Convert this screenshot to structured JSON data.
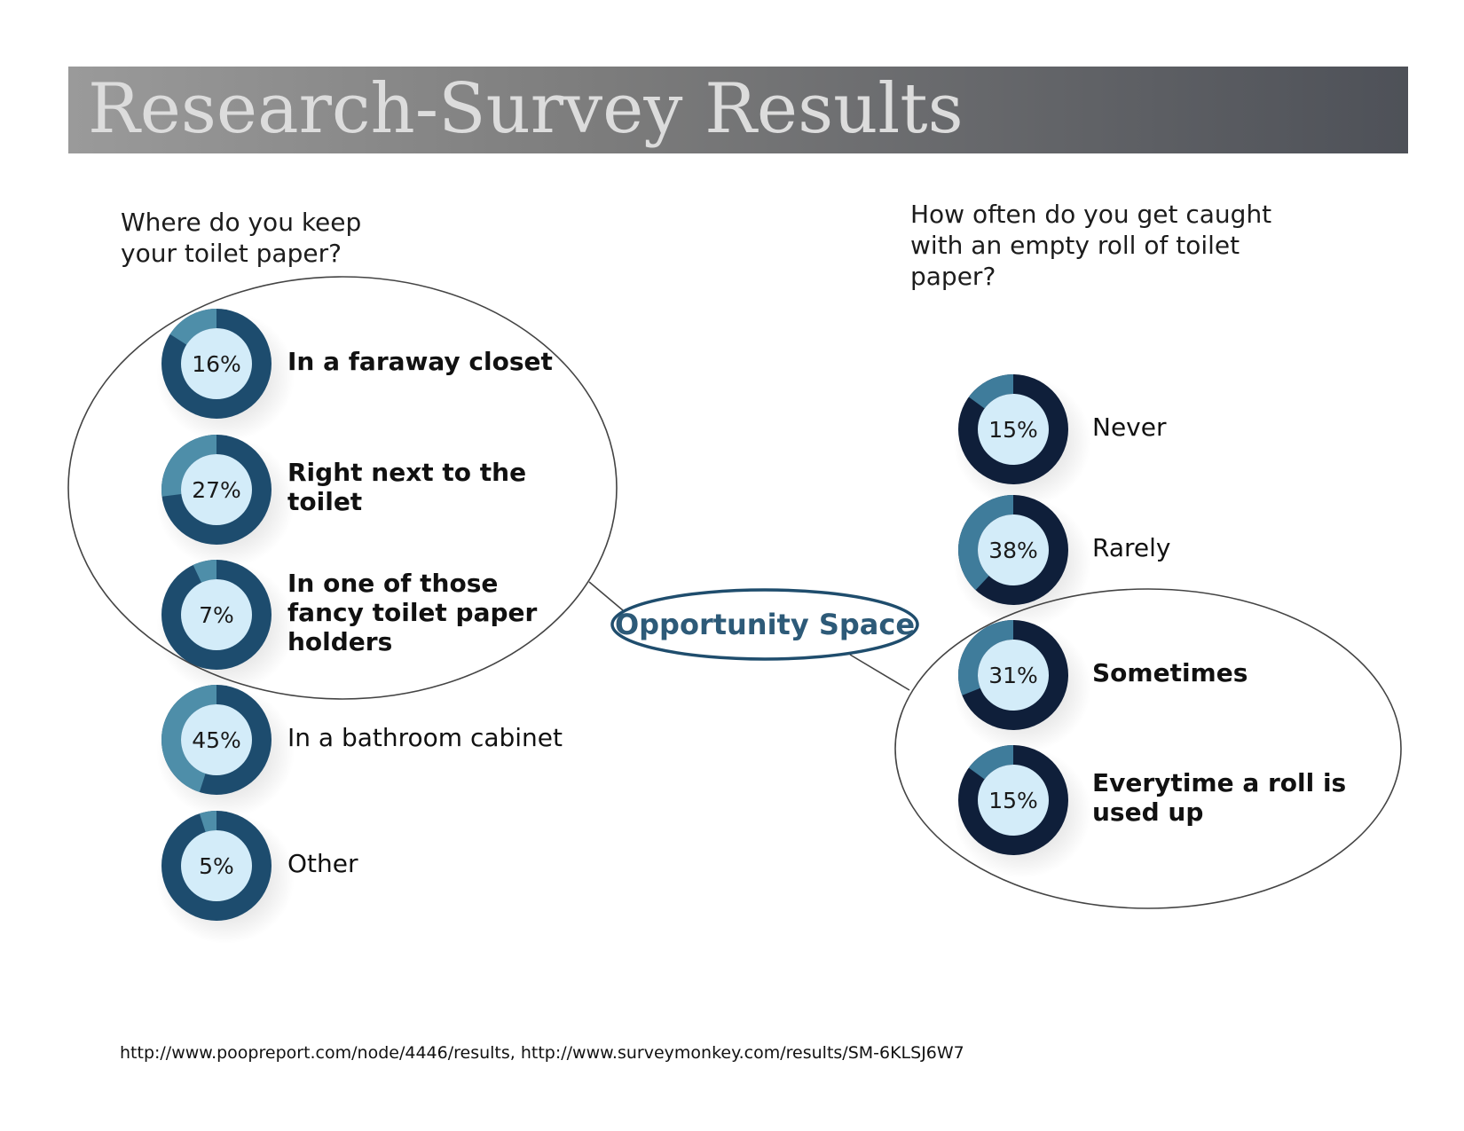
{
  "title": "Research-Survey Results",
  "opportunity_label": "Opportunity Space",
  "source": "http://www.poopreport.com/node/4446/results, http://www.surveymonkey.com/results/SM-6KLSJ6W7",
  "colors": {
    "left_ring_dark": "#1d4c6e",
    "left_ring_light": "#4e8ea9",
    "right_ring_dark": "#0f1f3a",
    "right_ring_light": "#3f7c9b",
    "ring_center": "#d3ecf9",
    "callout_outline": "#1f4d6d"
  },
  "chart_data": [
    {
      "type": "donut",
      "title": "Where do you keep your toilet paper?",
      "items": [
        {
          "label": "In a faraway closet",
          "value": 16,
          "display": "16%",
          "bold": true
        },
        {
          "label": "Right next to the toilet",
          "value": 27,
          "display": "27%",
          "bold": true
        },
        {
          "label": "In one of those fancy toilet paper holders",
          "value": 7,
          "display": "7%",
          "bold": true
        },
        {
          "label": "In a bathroom cabinet",
          "value": 45,
          "display": "45%",
          "bold": false
        },
        {
          "label": "Other",
          "value": 5,
          "display": "5%",
          "bold": false
        }
      ]
    },
    {
      "type": "donut",
      "title": "How often do you get caught with an empty roll of toilet paper?",
      "items": [
        {
          "label": "Never",
          "value": 15,
          "display": "15%",
          "bold": false
        },
        {
          "label": "Rarely",
          "value": 38,
          "display": "38%",
          "bold": false
        },
        {
          "label": "Sometimes",
          "value": 31,
          "display": "31%",
          "bold": true
        },
        {
          "label": "Everytime a roll is used up",
          "value": 15,
          "display": "15%",
          "bold": true
        }
      ]
    }
  ]
}
